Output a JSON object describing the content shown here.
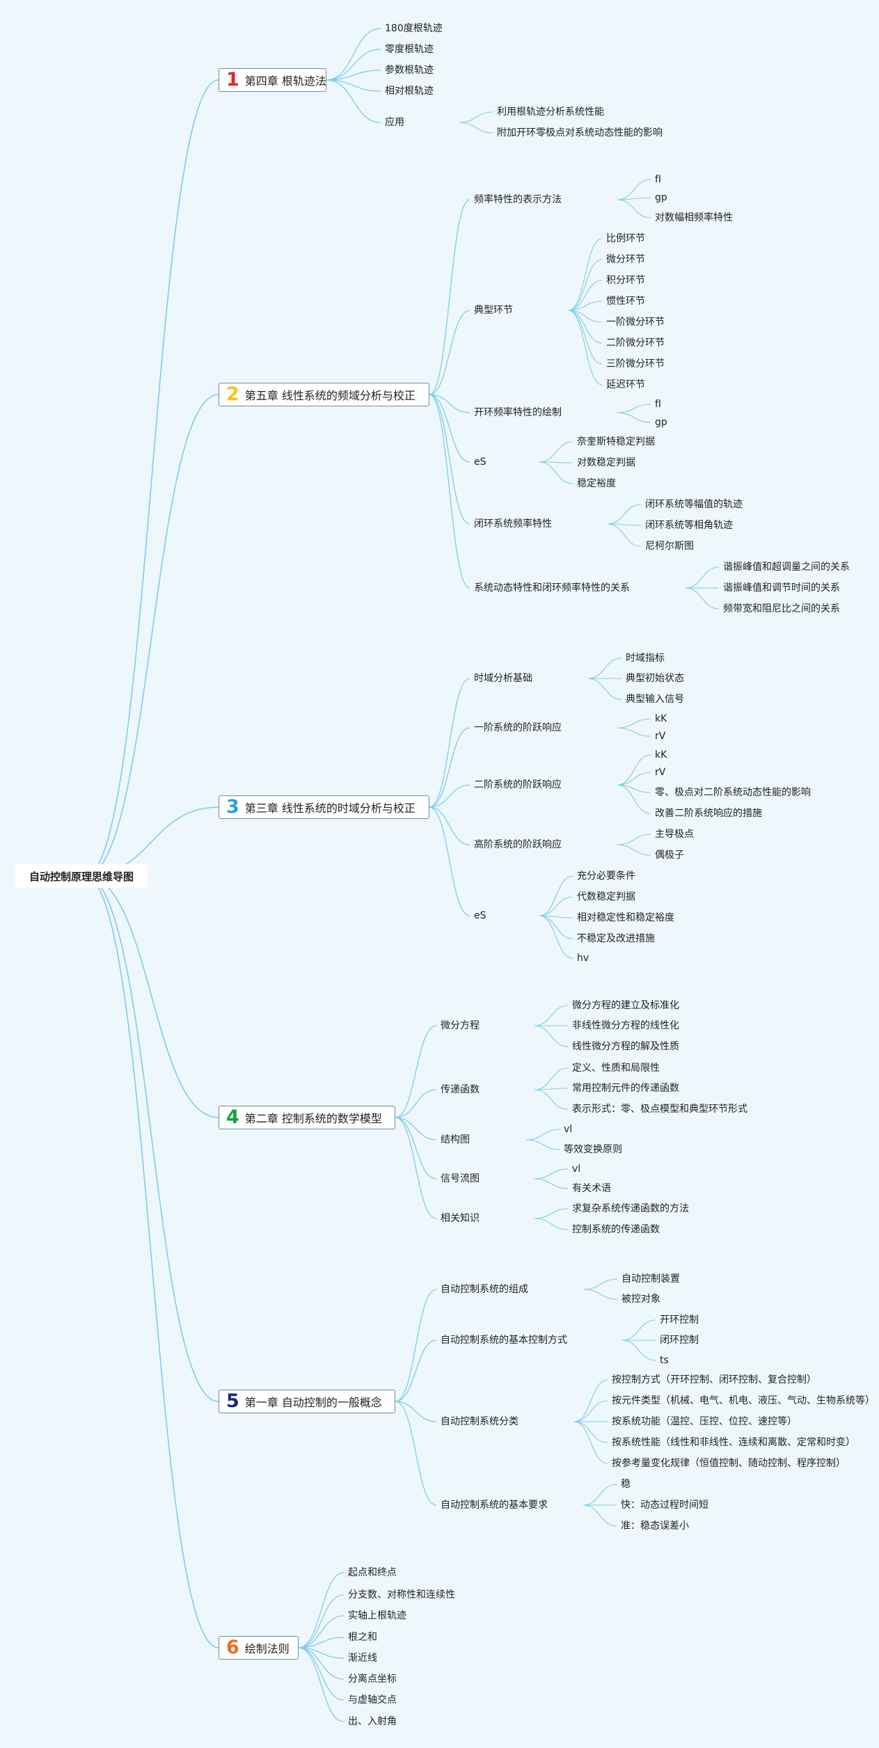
{
  "root": "自动控制原理思维导图",
  "colors": {
    "line": "#7fcde8",
    "background": "#eef7fb"
  },
  "chapters": [
    {
      "num": "1",
      "color": "#e0262f",
      "title": "第四章 根轨迹法",
      "children": [
        {
          "label": "180度根轨迹"
        },
        {
          "label": "零度根轨迹"
        },
        {
          "label": "参数根轨迹"
        },
        {
          "label": "相对根轨迹"
        },
        {
          "label": "应用",
          "children": [
            "利用根轨迹分析系统性能",
            "附加开环零极点对系统动态性能的影响"
          ]
        }
      ]
    },
    {
      "num": "2",
      "color": "#f5c518",
      "title": "第五章 线性系统的频域分析与校正",
      "children": [
        {
          "label": "频率特性的表示方法",
          "children": [
            "fI",
            "gp",
            "对数幅相频率特性"
          ]
        },
        {
          "label": "典型环节",
          "children": [
            "比例环节",
            "微分环节",
            "积分环节",
            "惯性环节",
            "一阶微分环节",
            "二阶微分环节",
            "三阶微分环节",
            "延迟环节"
          ]
        },
        {
          "label": "开环频率特性的绘制",
          "children": [
            "fI",
            "gp"
          ]
        },
        {
          "label": "eS",
          "children": [
            "奈奎斯特稳定判据",
            "对数稳定判据",
            "稳定裕度"
          ]
        },
        {
          "label": "闭环系统频率特性",
          "children": [
            "闭环系统等幅值的轨迹",
            "闭环系统等相角轨迹",
            "尼柯尔斯图"
          ]
        },
        {
          "label": "系统动态特性和闭环频率特性的关系",
          "children": [
            "谐振峰值和超调量之间的关系",
            "谐振峰值和调节时间的关系",
            "频带宽和阻尼比之间的关系"
          ]
        }
      ]
    },
    {
      "num": "3",
      "color": "#2aa3dc",
      "title": "第三章 线性系统的时域分析与校正",
      "children": [
        {
          "label": "时域分析基础",
          "children": [
            "时域指标",
            "典型初始状态",
            "典型输入信号"
          ]
        },
        {
          "label": "一阶系统的阶跃响应",
          "children": [
            "kK",
            "rV"
          ]
        },
        {
          "label": "二阶系统的阶跃响应",
          "children": [
            "kK",
            "rV",
            "零、极点对二阶系统动态性能的影响",
            "改善二阶系统响应的措施"
          ]
        },
        {
          "label": "高阶系统的阶跃响应",
          "children": [
            "主导极点",
            "偶极子"
          ]
        },
        {
          "label": "eS",
          "children": [
            "充分必要条件",
            "代数稳定判据",
            "相对稳定性和稳定裕度",
            "不稳定及改进措施",
            "hv"
          ]
        }
      ]
    },
    {
      "num": "4",
      "color": "#14a33a",
      "title": "第二章 控制系统的数学模型",
      "children": [
        {
          "label": "微分方程",
          "children": [
            "微分方程的建立及标准化",
            "非线性微分方程的线性化",
            "线性微分方程的解及性质"
          ]
        },
        {
          "label": "传递函数",
          "children": [
            "定义、性质和局限性",
            "常用控制元件的传递函数",
            "表示形式：零、极点模型和典型环节形式"
          ]
        },
        {
          "label": "结构图",
          "children": [
            "vl",
            "等效变换原则"
          ]
        },
        {
          "label": "信号流图",
          "children": [
            "vl",
            "有关术语"
          ]
        },
        {
          "label": "相关知识",
          "children": [
            "求复杂系统传递函数的方法",
            "控制系统的传递函数"
          ]
        }
      ]
    },
    {
      "num": "5",
      "color": "#1b2a7a",
      "title": "第一章 自动控制的一般概念",
      "children": [
        {
          "label": "自动控制系统的组成",
          "children": [
            "自动控制装置",
            "被控对象"
          ]
        },
        {
          "label": "自动控制系统的基本控制方式",
          "children": [
            "开环控制",
            "闭环控制",
            "ts"
          ]
        },
        {
          "label": "自动控制系统分类",
          "children": [
            "按控制方式（开环控制、闭环控制、复合控制）",
            "按元件类型（机械、电气、机电、液压、气动、生物系统等）",
            "按系统功能（温控、压控、位控、速控等）",
            "按系统性能（线性和非线性、连续和离散、定常和时变）",
            "按参考量变化规律（恒值控制、随动控制、程序控制）"
          ]
        },
        {
          "label": "自动控制系统的基本要求",
          "children": [
            "稳",
            "快：动态过程时间短",
            "准：稳态误差小"
          ]
        }
      ]
    },
    {
      "num": "6",
      "color": "#f26b1f",
      "title": "绘制法则",
      "children": [
        {
          "label": "起点和终点"
        },
        {
          "label": "分支数、对称性和连续性"
        },
        {
          "label": "实轴上根轨迹"
        },
        {
          "label": "根之和"
        },
        {
          "label": "渐近线"
        },
        {
          "label": "分离点坐标"
        },
        {
          "label": "与虚轴交点"
        },
        {
          "label": "出、入射角"
        }
      ]
    }
  ]
}
